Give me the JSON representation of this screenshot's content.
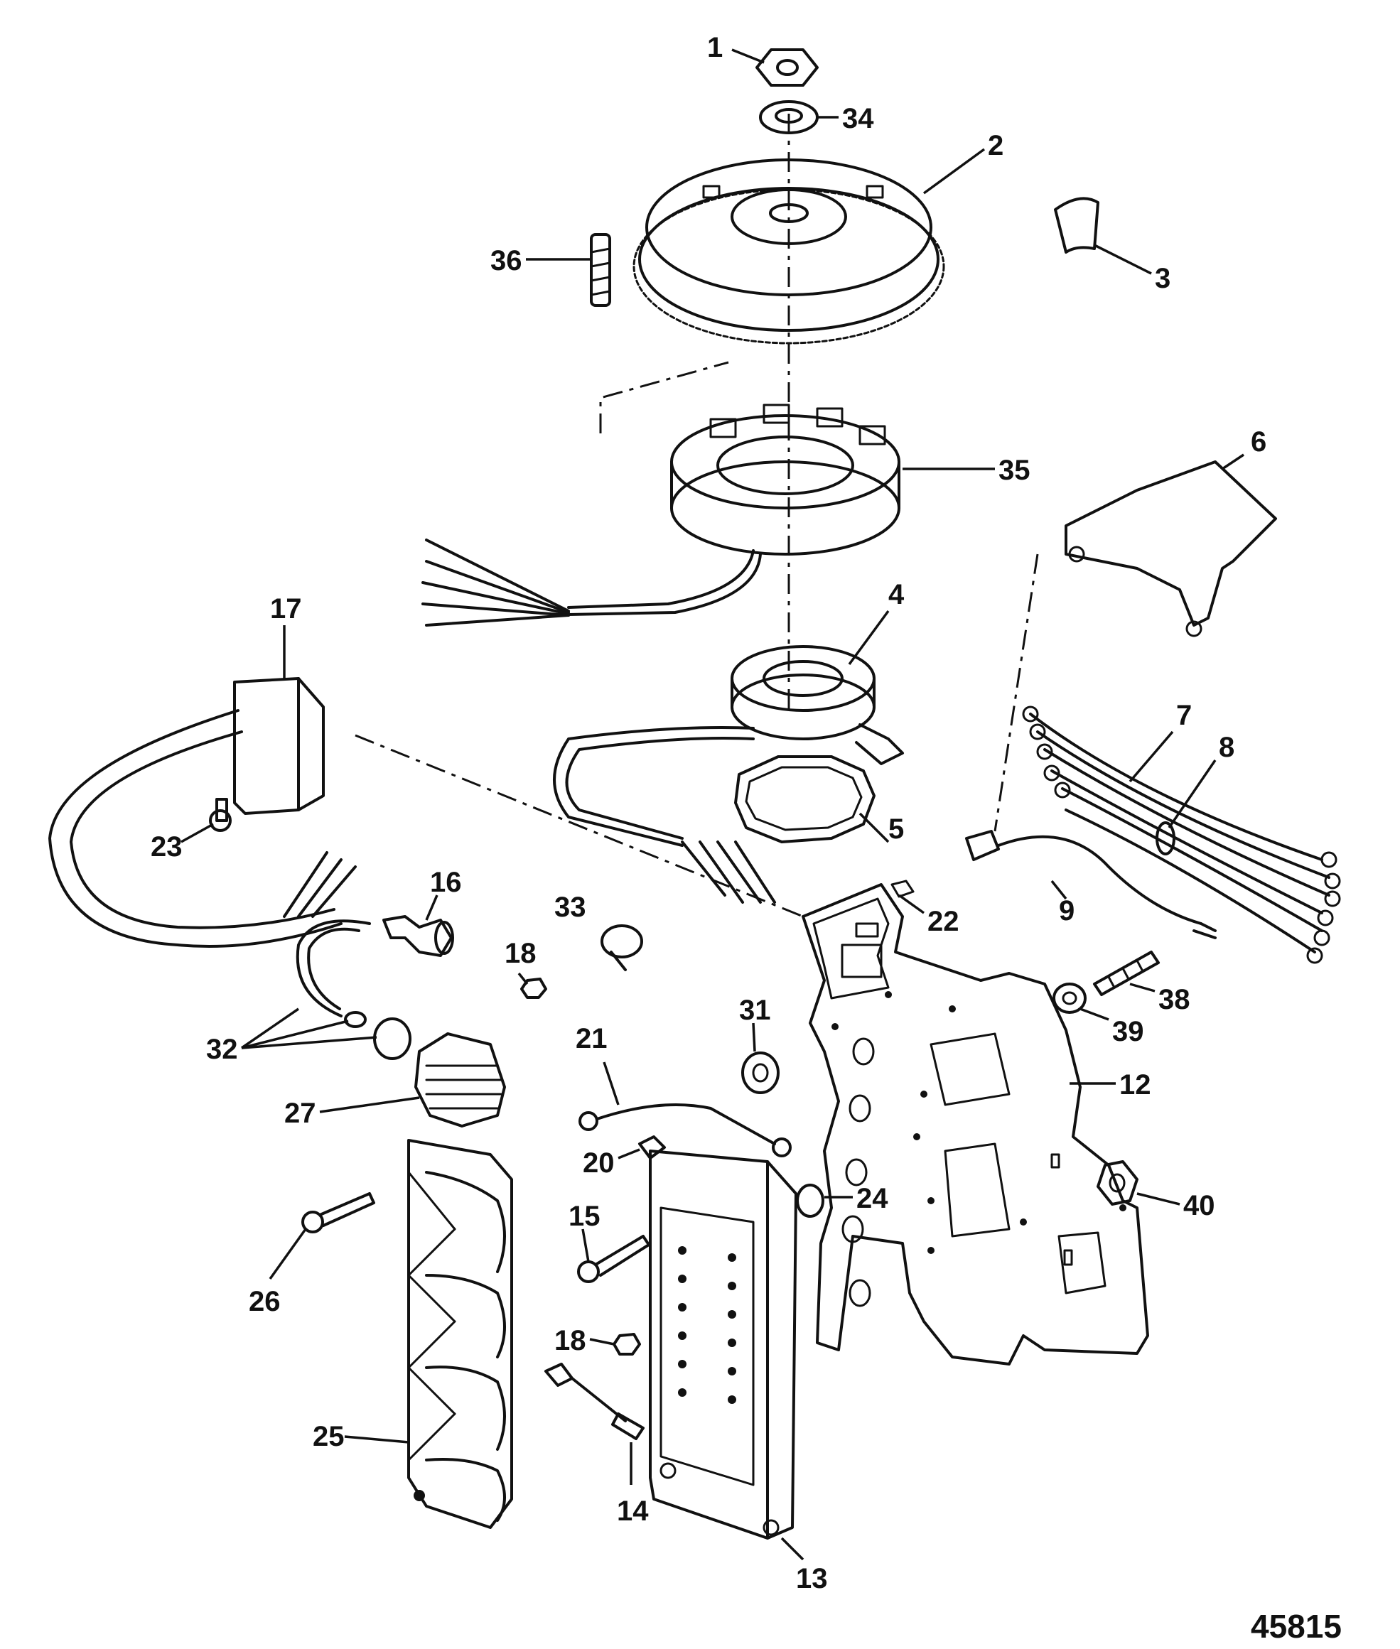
{
  "figure_id": "45815",
  "callouts": [
    "1",
    "34",
    "2",
    "3",
    "36",
    "35",
    "6",
    "4",
    "17",
    "7",
    "8",
    "23",
    "5",
    "16",
    "33",
    "22",
    "9",
    "18",
    "38",
    "39",
    "32",
    "21",
    "31",
    "12",
    "27",
    "20",
    "24",
    "40",
    "15",
    "26",
    "18",
    "25",
    "14",
    "13"
  ]
}
